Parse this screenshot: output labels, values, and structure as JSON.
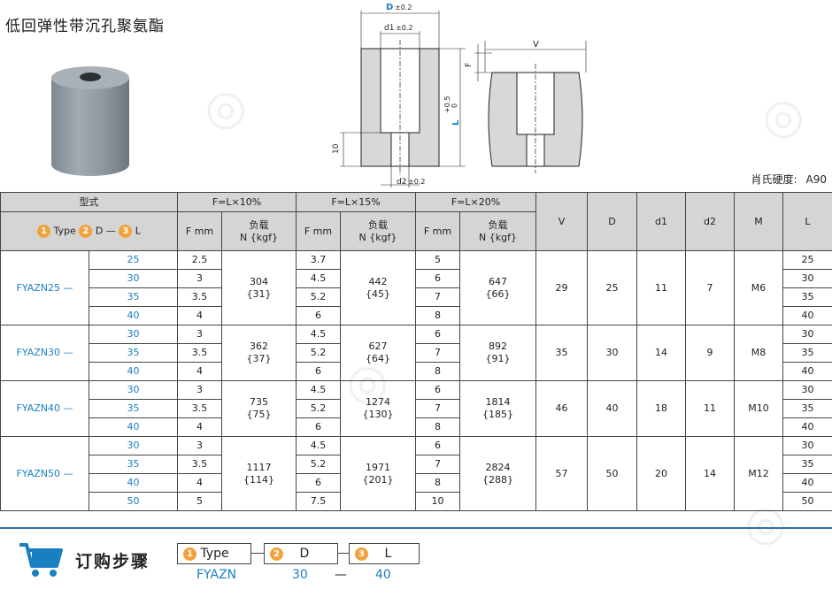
{
  "title": "低回弹性带沉孔聚氨酯",
  "diagram": {
    "d_label": "D",
    "d_tol": "±0.2",
    "d1_label": "d1",
    "d1_tol": "±0.2",
    "d2_label": "d2",
    "d2_tol": "±0.2",
    "v_label": "V",
    "f_label": "F",
    "l_label": "L",
    "l_tol_top": "+0.5",
    "l_tol_bot": "0",
    "ten_label": "10"
  },
  "hardness": {
    "label": "肖氏硬度:",
    "value": "A90"
  },
  "table": {
    "h_model": "型式",
    "h_f10": "F=L×10%",
    "h_f15": "F=L×15%",
    "h_f20": "F=L×20%",
    "h_v": "V",
    "h_D": "D",
    "h_d1": "d1",
    "h_d2": "d2",
    "h_M": "M",
    "h_L": "L",
    "h_code_n1": "1",
    "h_code_type": "Type",
    "h_code_n2": "2",
    "h_code_d": "D",
    "h_code_dash": "—",
    "h_code_n3": "3",
    "h_code_l": "L",
    "h_fmm": "F mm",
    "h_load": "负载",
    "h_load_unit": "N {kgf}",
    "groups": [
      {
        "model": "FYAZN25 —",
        "rows": [
          {
            "l": "25",
            "f10": "2.5",
            "f15": "3.7",
            "f20": "5"
          },
          {
            "l": "30",
            "f10": "3",
            "f15": "4.5",
            "f20": "6"
          },
          {
            "l": "35",
            "f10": "3.5",
            "f15": "5.2",
            "f20": "7"
          },
          {
            "l": "40",
            "f10": "4",
            "f15": "6",
            "f20": "8"
          }
        ],
        "n10": "304",
        "k10": "{31}",
        "n15": "442",
        "k15": "{45}",
        "n20": "647",
        "k20": "{66}",
        "V": "29",
        "D": "25",
        "d1": "11",
        "d2": "7",
        "M": "M6"
      },
      {
        "model": "FYAZN30 —",
        "rows": [
          {
            "l": "30",
            "f10": "3",
            "f15": "4.5",
            "f20": "6"
          },
          {
            "l": "35",
            "f10": "3.5",
            "f15": "5.2",
            "f20": "7"
          },
          {
            "l": "40",
            "f10": "4",
            "f15": "6",
            "f20": "8"
          }
        ],
        "n10": "362",
        "k10": "{37}",
        "n15": "627",
        "k15": "{64}",
        "n20": "892",
        "k20": "{91}",
        "V": "35",
        "D": "30",
        "d1": "14",
        "d2": "9",
        "M": "M8"
      },
      {
        "model": "FYAZN40 —",
        "rows": [
          {
            "l": "30",
            "f10": "3",
            "f15": "4.5",
            "f20": "6"
          },
          {
            "l": "35",
            "f10": "3.5",
            "f15": "5.2",
            "f20": "7"
          },
          {
            "l": "40",
            "f10": "4",
            "f15": "6",
            "f20": "8"
          }
        ],
        "n10": "735",
        "k10": "{75}",
        "n15": "1274",
        "k15": "{130}",
        "n20": "1814",
        "k20": "{185}",
        "V": "46",
        "D": "40",
        "d1": "18",
        "d2": "11",
        "M": "M10"
      },
      {
        "model": "FYAZN50 —",
        "rows": [
          {
            "l": "30",
            "f10": "3",
            "f15": "4.5",
            "f20": "6"
          },
          {
            "l": "35",
            "f10": "3.5",
            "f15": "5.2",
            "f20": "7"
          },
          {
            "l": "40",
            "f10": "4",
            "f15": "6",
            "f20": "8"
          },
          {
            "l": "50",
            "f10": "5",
            "f15": "7.5",
            "f20": "10"
          }
        ],
        "n10": "1117",
        "k10": "{114}",
        "n15": "1971",
        "k15": "{201}",
        "n20": "2824",
        "k20": "{288}",
        "V": "57",
        "D": "50",
        "d1": "20",
        "d2": "14",
        "M": "M12"
      }
    ]
  },
  "order": {
    "title": "订购步骤",
    "n1": "1",
    "type_label": "Type",
    "n2": "2",
    "d_label": "D",
    "n3": "3",
    "l_label": "L",
    "ex_type": "FYAZN",
    "ex_d": "30",
    "ex_dash": "—",
    "ex_l": "40"
  },
  "colors": {
    "accent_blue": "#1a7fc1",
    "orange": "#f2a23a",
    "header_gray": "#d5d5d5"
  },
  "icons": [
    "cart-icon"
  ]
}
